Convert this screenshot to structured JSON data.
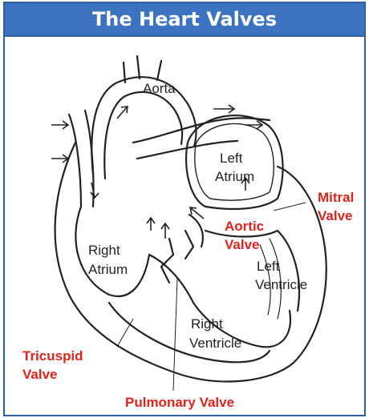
{
  "header": {
    "title": "The Heart Valves"
  },
  "diagram": {
    "labels": {
      "aorta": "Aorta",
      "left_atrium_1": "Left",
      "left_atrium_2": "Atrium",
      "right_atrium_1": "Right",
      "right_atrium_2": "Atrium",
      "left_ventricle_1": "Left",
      "left_ventricle_2": "Ventricle",
      "right_ventricle_1": "Right",
      "right_ventricle_2": "Ventricle"
    },
    "valve_labels": {
      "mitral_1": "Mitral",
      "mitral_2": "Valve",
      "aortic_1": "Aortic",
      "aortic_2": "Valve",
      "tricuspid_1": "Tricuspid",
      "tricuspid_2": "Valve",
      "pulmonary": "Pulmonary Valve"
    },
    "colors": {
      "header": "#3b73c0",
      "valve_label": "#e2231a",
      "outline": "#222222"
    }
  }
}
